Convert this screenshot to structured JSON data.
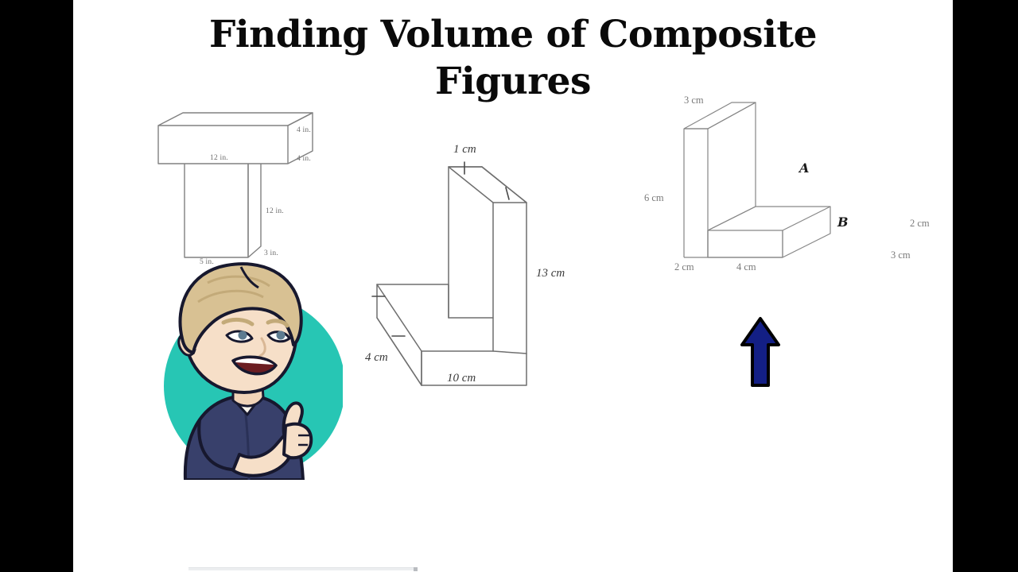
{
  "slide": {
    "title": "Finding Volume of Composite\nFigures",
    "background_color": "#ffffff",
    "letterbox_color": "#000000"
  },
  "figures": [
    {
      "id": "figure-1",
      "name": "t-shaped-composite-prism",
      "unit": "in.",
      "labels": {
        "top_depth": "4 in.",
        "top_height": "4 in.",
        "top_length": "12 in.",
        "stem_height": "12 in.",
        "stem_depth": "3 in.",
        "stem_width": "5 in."
      }
    },
    {
      "id": "figure-2",
      "name": "l-shaped-composite-prism",
      "unit": "cm",
      "labels": {
        "top_width": "1 cm",
        "right_height": "13 cm",
        "left_depth": "4 cm",
        "bottom_length": "10 cm"
      }
    },
    {
      "id": "figure-3",
      "name": "l-shaped-prism-labeled-ab",
      "unit": "cm",
      "labels": {
        "top_depth": "3 cm",
        "left_height": "6 cm",
        "part_a": "A",
        "part_b": "B",
        "right_height": "2 cm",
        "right_depth": "3 cm",
        "bottom_left_width": "2 cm",
        "bottom_right_width": "4 cm"
      }
    }
  ],
  "avatar": {
    "name": "bitmoji-thumbs-up",
    "circle_color": "#27c6b4",
    "hair_color": "#d8c193",
    "skin_color": "#f6dfc8",
    "shirt_color": "#38406b"
  },
  "arrow": {
    "name": "up-arrow",
    "direction": "up",
    "fill_color": "#131f85",
    "outline_color": "#000000"
  },
  "colors": {
    "figure_stroke": "#808080",
    "figure_stroke_dark": "#4d4d4d",
    "label_gray": "#6e6e6e",
    "title_color": "#0a0a0a"
  }
}
